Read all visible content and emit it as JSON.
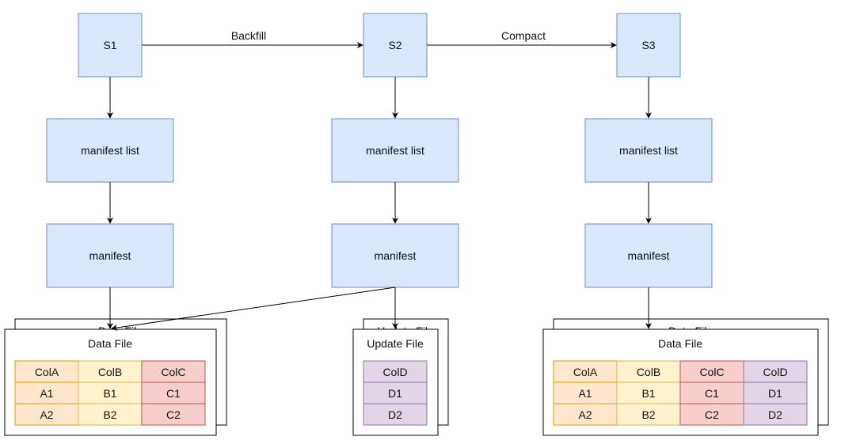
{
  "snapshots": [
    {
      "label": "S1",
      "manifest_list": "manifest list",
      "manifest": "manifest"
    },
    {
      "label": "S2",
      "manifest_list": "manifest list",
      "manifest": "manifest"
    },
    {
      "label": "S3",
      "manifest_list": "manifest list",
      "manifest": "manifest"
    }
  ],
  "edges": {
    "backfill": "Backfill",
    "compact": "Compact"
  },
  "files": [
    {
      "title": "Data File",
      "back_title": "Data File",
      "headers": [
        "ColA",
        "ColB",
        "ColC"
      ],
      "rows": [
        [
          "A1",
          "B1",
          "C1"
        ],
        [
          "A2",
          "B2",
          "C2"
        ]
      ]
    },
    {
      "title": "Update File",
      "back_title": "Update File",
      "headers": [
        "ColD"
      ],
      "rows": [
        [
          "D1"
        ],
        [
          "D2"
        ]
      ]
    },
    {
      "title": "Data File",
      "back_title": "Data File",
      "headers": [
        "ColA",
        "ColB",
        "ColC",
        "ColD"
      ],
      "rows": [
        [
          "A1",
          "B1",
          "C1",
          "D1"
        ],
        [
          "A2",
          "B2",
          "C2",
          "D2"
        ]
      ]
    }
  ],
  "colors": {
    "node_fill": "#dae8fc",
    "node_stroke": "#6c8ebf",
    "colA_fill": "#ffe6cc",
    "colA_stroke": "#d79b00",
    "colB_fill": "#fff2cc",
    "colB_stroke": "#d6b656",
    "colC_fill": "#f8cecc",
    "colC_stroke": "#b85450",
    "colD_fill": "#e1d5e7",
    "colD_stroke": "#9673a6"
  }
}
